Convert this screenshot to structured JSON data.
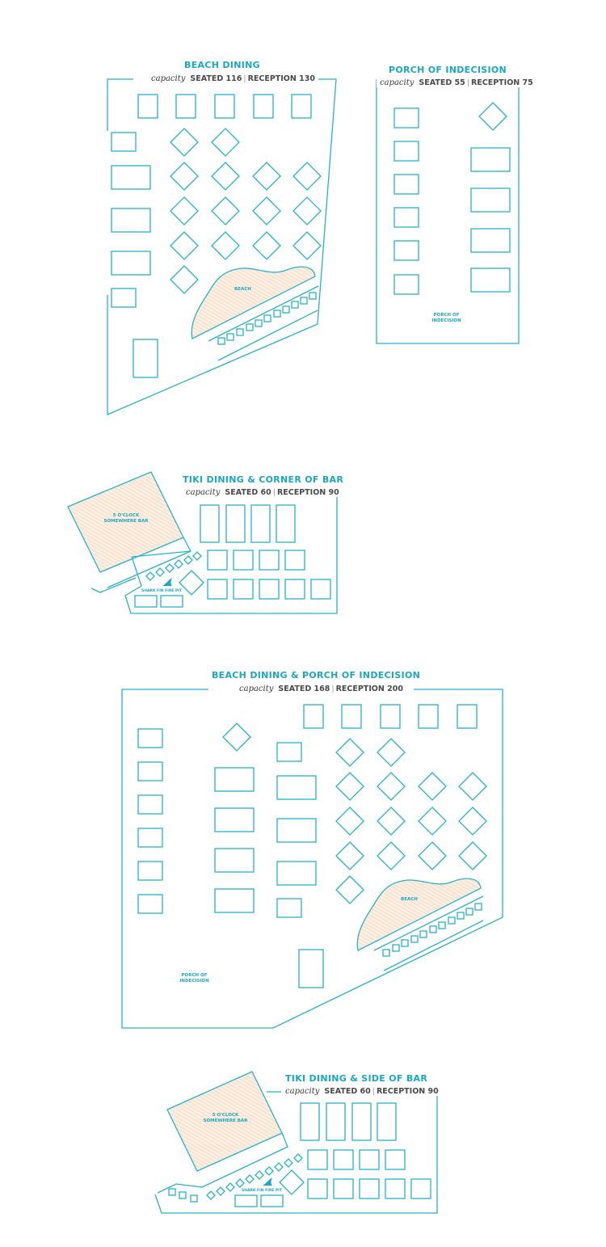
{
  "colors": {
    "accent": "#1ba9bf",
    "line": "#28b3c6",
    "sand": "#f3d2b4",
    "text": "#4a4a4a"
  },
  "plans": [
    {
      "title": "BEACH DINING",
      "capacity_word": "capacity",
      "seated": "SEATED 116",
      "separator": "|",
      "reception": "RECEPTION 130",
      "labels": {
        "beach": "BEACH"
      }
    },
    {
      "title": "PORCH OF INDECISION",
      "capacity_word": "capacity",
      "seated": "SEATED 55",
      "separator": "|",
      "reception": "RECEPTION 75",
      "labels": {
        "area_line1": "PORCH OF",
        "area_line2": "INDECISION"
      }
    },
    {
      "title": "TIKI DINING & CORNER OF BAR",
      "capacity_word": "capacity",
      "seated": "SEATED 60",
      "separator": "|",
      "reception": "RECEPTION 90",
      "labels": {
        "bar_line1": "5 O'CLOCK",
        "bar_line2": "SOMEWHERE BAR",
        "firepit": "SHARK FIN FIRE PIT"
      },
      "icons": {
        "firepit": "shark-fin-icon"
      }
    },
    {
      "title": "BEACH DINING & PORCH OF INDECISION",
      "capacity_word": "capacity",
      "seated": "SEATED 168",
      "separator": "|",
      "reception": "RECEPTION 200",
      "labels": {
        "beach": "BEACH",
        "area_line1": "PORCH OF",
        "area_line2": "INDECISION"
      }
    },
    {
      "title": "TIKI DINING & SIDE OF BAR",
      "capacity_word": "capacity",
      "seated": "SEATED 60",
      "separator": "|",
      "reception": "RECEPTION 90",
      "labels": {
        "bar_line1": "5 O'CLOCK",
        "bar_line2": "SOMEWHERE BAR",
        "firepit": "SHARK FIN FIRE PIT"
      },
      "icons": {
        "firepit": "shark-fin-icon"
      }
    }
  ]
}
